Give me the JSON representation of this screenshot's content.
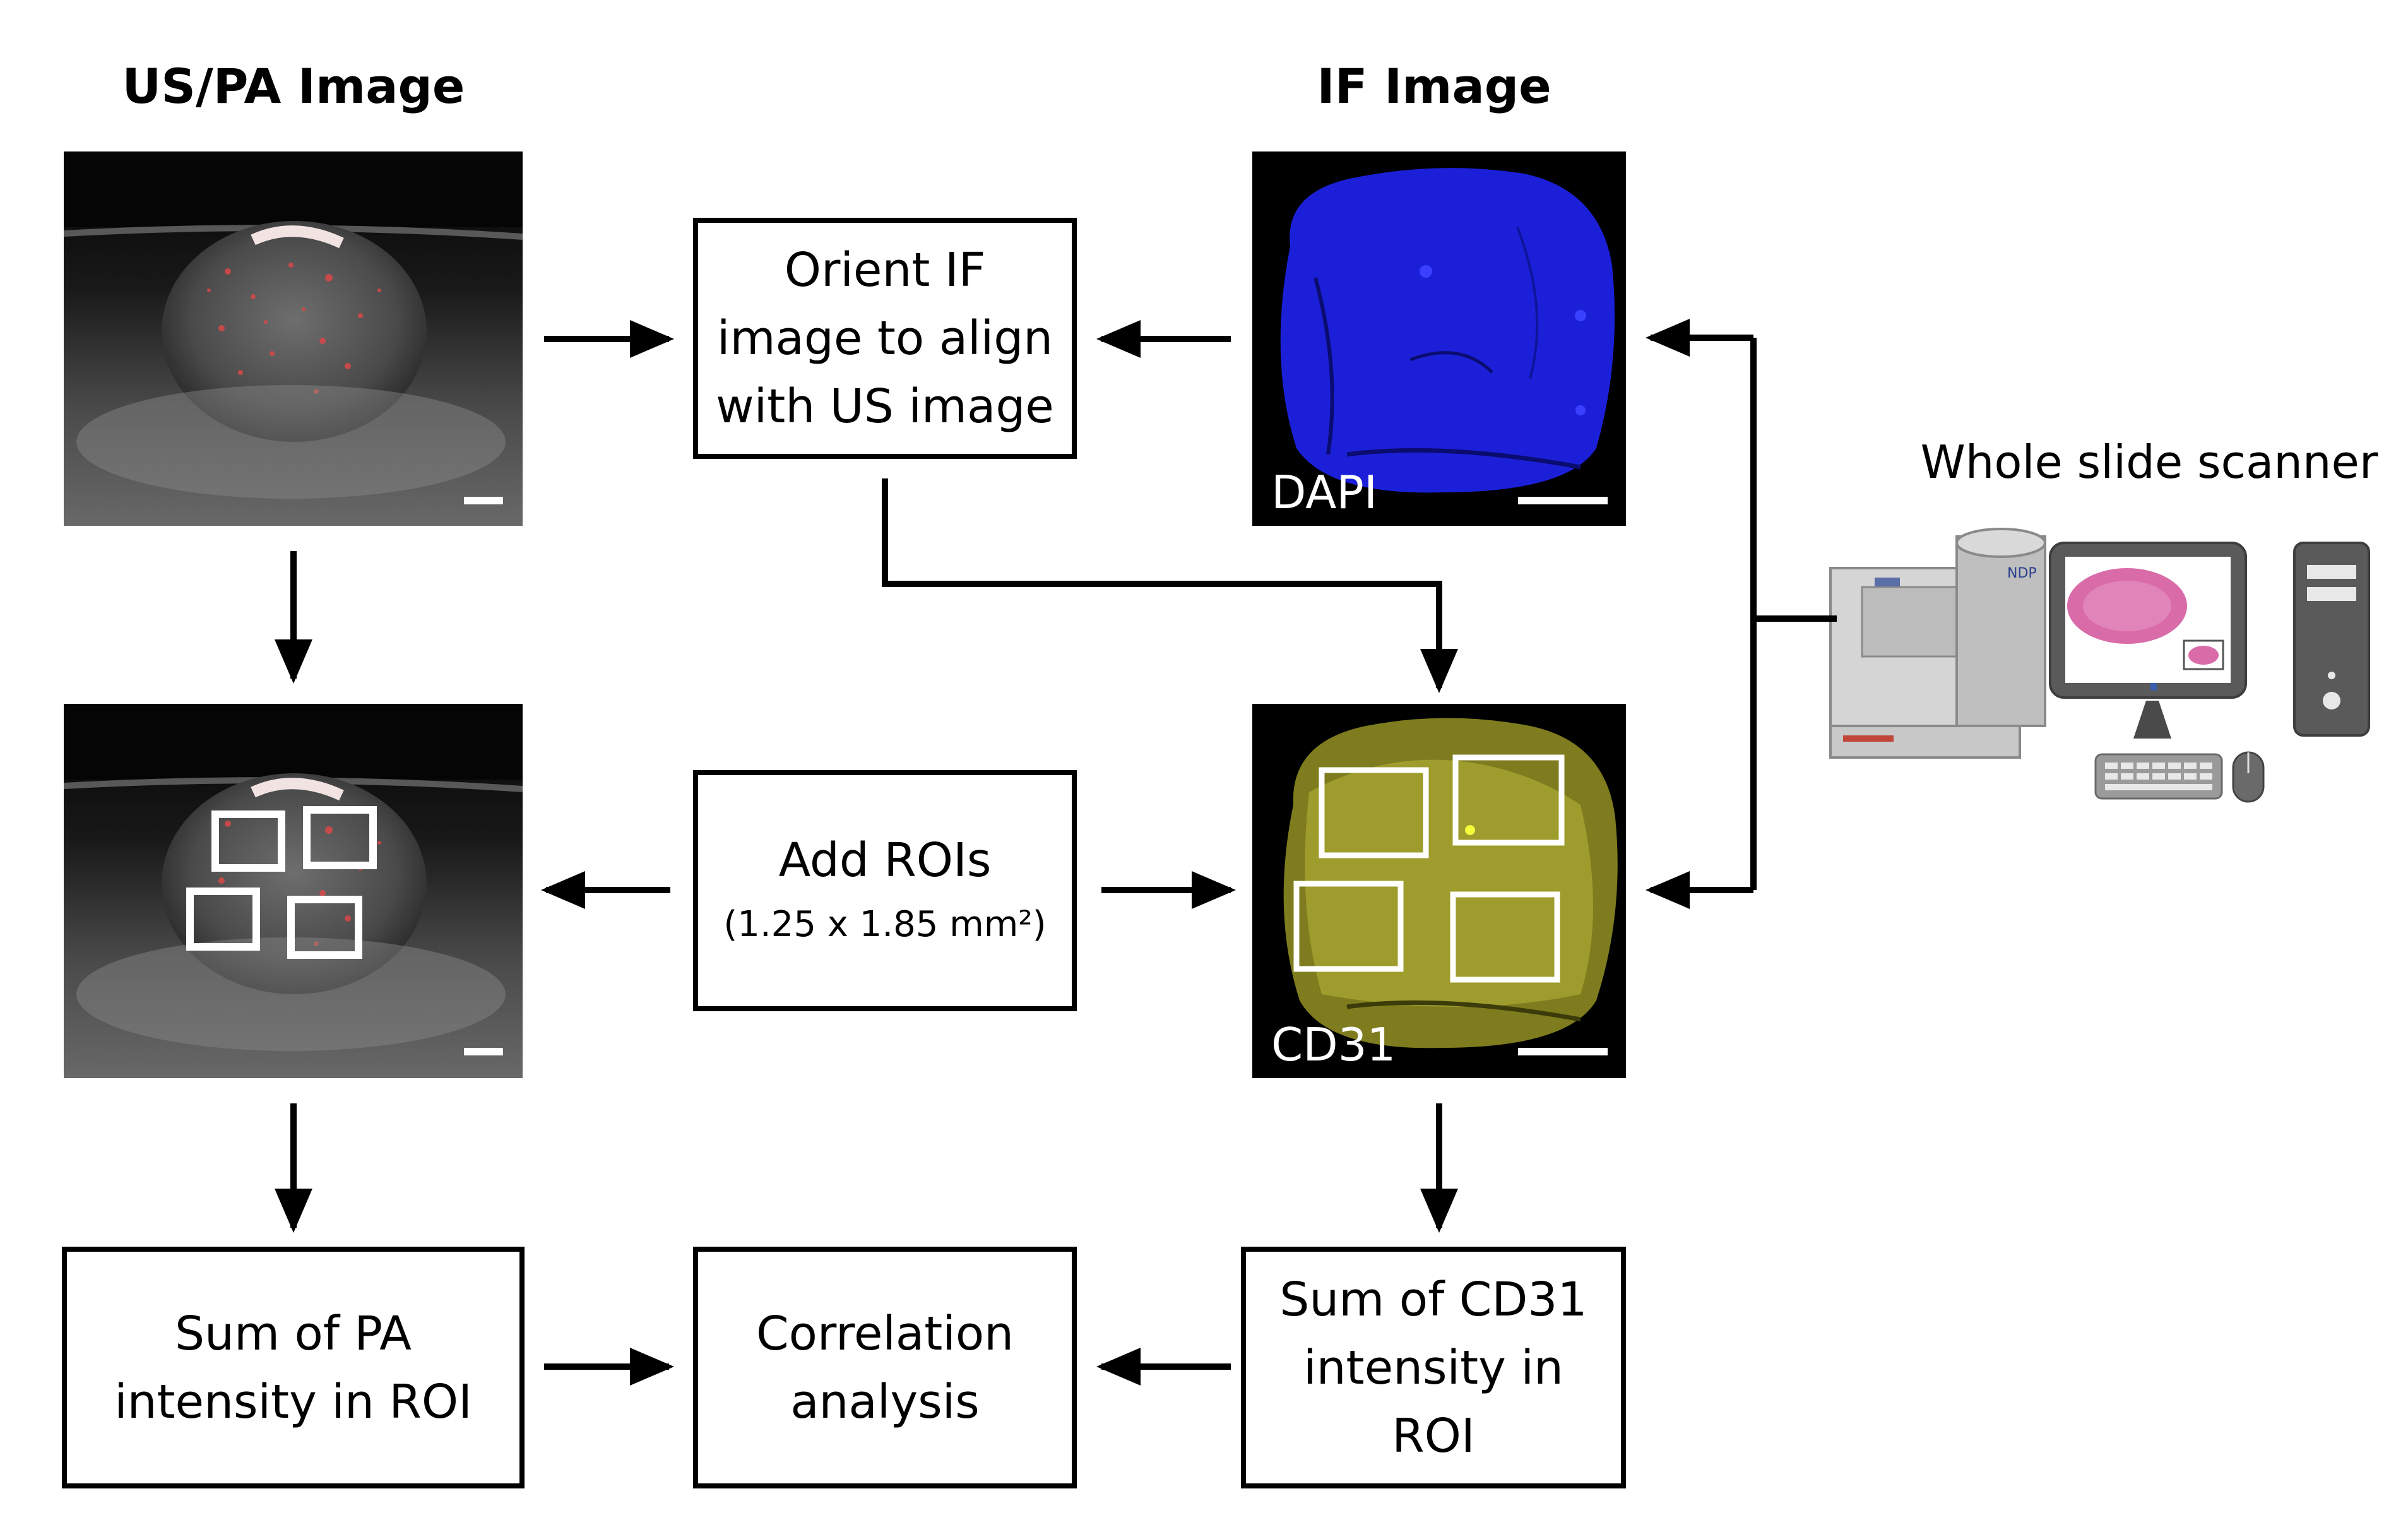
{
  "headers": {
    "uspa": "US/PA Image",
    "if": "IF Image"
  },
  "boxes": {
    "orient": [
      "Orient IF",
      "image to align",
      "with US image"
    ],
    "add_rois": {
      "line1": "Add ROIs",
      "line2": "(1.25 x 1.85 mm²)"
    },
    "sum_pa": [
      "Sum of PA",
      "intensity in ROI"
    ],
    "correlation": [
      "Correlation",
      "analysis"
    ],
    "sum_cd31": [
      "Sum of CD31",
      "intensity in",
      "ROI"
    ]
  },
  "panels": {
    "dapi_label": "DAPI",
    "cd31_label": "CD31"
  },
  "scanner": {
    "title": "Whole slide scanner",
    "brand_label": "NDP"
  },
  "colors": {
    "dapi": "#1b20d8",
    "cd31": "#b8b638",
    "pa_signal": "#d94848",
    "roi_outline": "#ffffff",
    "arrow": "#000000"
  }
}
